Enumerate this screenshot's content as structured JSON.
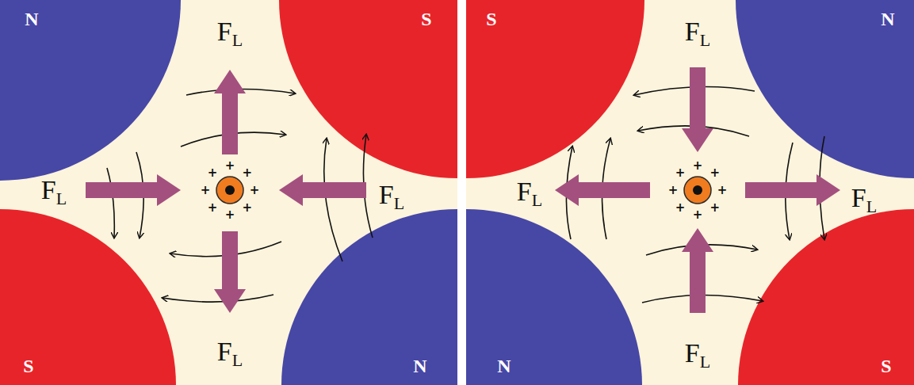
{
  "diagram": {
    "labels": [
      "N",
      "FL",
      "S",
      "FL",
      "FL",
      "S",
      "FL",
      "N",
      "+",
      "+",
      "+",
      "+",
      "+",
      "+",
      "+",
      "+",
      "S",
      "FL",
      "N",
      "FL",
      "FL",
      "N",
      "FL",
      "S",
      "+",
      "+",
      "+",
      "+",
      "+",
      "+",
      "+",
      "+"
    ]
  }
}
